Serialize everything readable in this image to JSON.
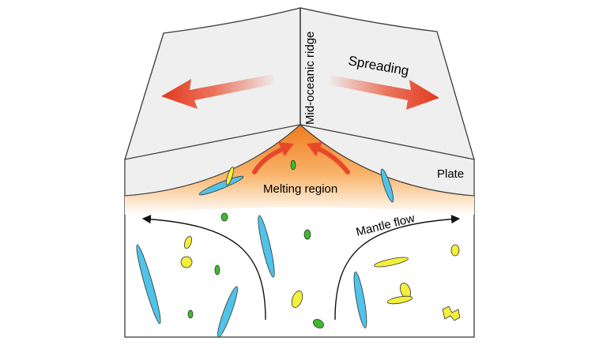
{
  "labels": {
    "ridge": "Mid-oceanic ridge",
    "spreading": "Spreading",
    "plate": "Plate",
    "melting": "Melting region",
    "mantle_flow": "Mantle flow"
  },
  "colors": {
    "plate_fill": "#efefef",
    "outline": "#3a3a3a",
    "arrow_red": "#e8482a",
    "melt_orange": "#f5a64c",
    "fragment_blue": "#4fc3e8",
    "fragment_yellow": "#f4ef3c",
    "fragment_green": "#3dbb2c"
  },
  "icons": {
    "spreading_arrows": "red-gradient-double-arrow",
    "melt_arrows": "red-curved-arrow",
    "flow_arrows": "black-curved-arrow"
  }
}
